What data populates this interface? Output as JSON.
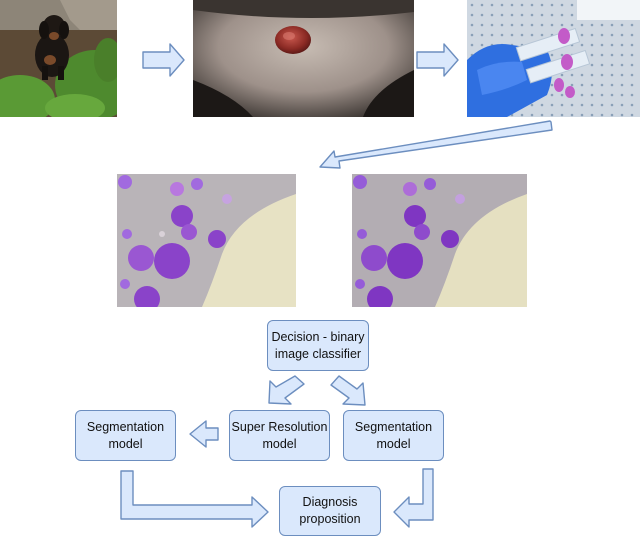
{
  "boxes": {
    "decision": "Decision - binary\nimage classifier",
    "sr_model": "Super Resolution\nmodel",
    "seg_left": "Segmentation\nmodel",
    "seg_right": "Segmentation\nmodel",
    "diagnosis": "Diagnosis\nproposition"
  },
  "images": {
    "dog": "dog-photo",
    "lesion": "skin-lesion-photo",
    "slide": "microscope-slide-photo",
    "cytology_low": "cytology-image-low-resolution",
    "cytology_high": "cytology-image-super-resolution"
  },
  "colors": {
    "box_fill": "#dae8fc",
    "box_border": "#6c8ebf"
  }
}
